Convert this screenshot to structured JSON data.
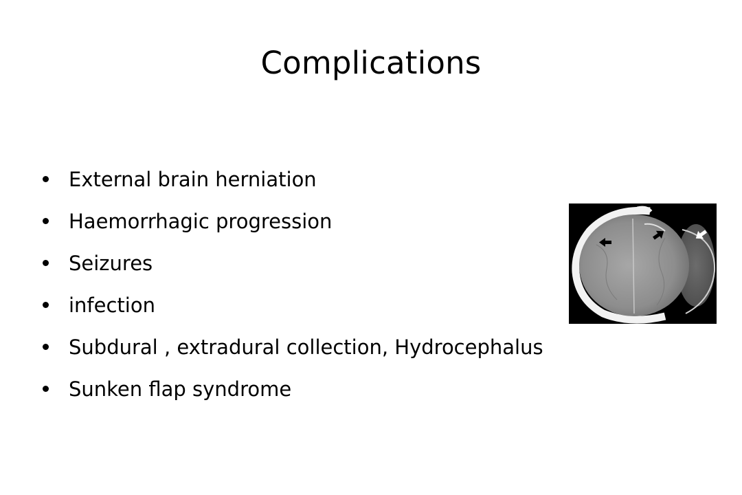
{
  "slide": {
    "title": "Complications",
    "bullets": [
      "External brain herniation",
      "Haemorrhagic progression",
      "Seizures",
      "infection",
      "Subdural , extradural collection, Hydrocephalus",
      "Sunken flap syndrome"
    ]
  },
  "image": {
    "description_icon": "ct-scan-axial-brain-icon",
    "arrow_icons": [
      "black-arrow-left-icon",
      "black-arrow-upright-icon",
      "white-arrow-downleft-icon"
    ]
  }
}
